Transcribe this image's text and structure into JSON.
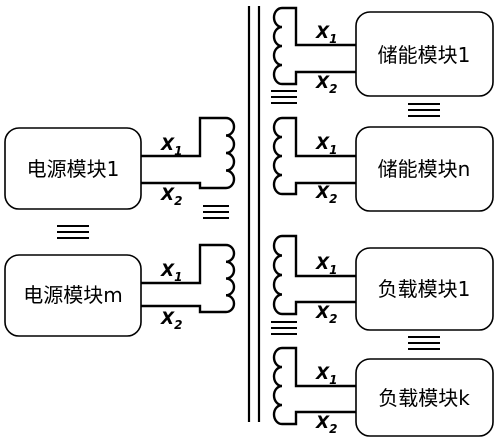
{
  "power_modules": {
    "first": "电源模块1",
    "last": "电源模块m"
  },
  "storage_modules": {
    "first": "储能模块1",
    "last": "储能模块n"
  },
  "load_modules": {
    "first": "负载模块1",
    "last": "负载模块k"
  },
  "ports": {
    "x1": "X",
    "x1_sub": "1",
    "x2": "X",
    "x2_sub": "2"
  }
}
